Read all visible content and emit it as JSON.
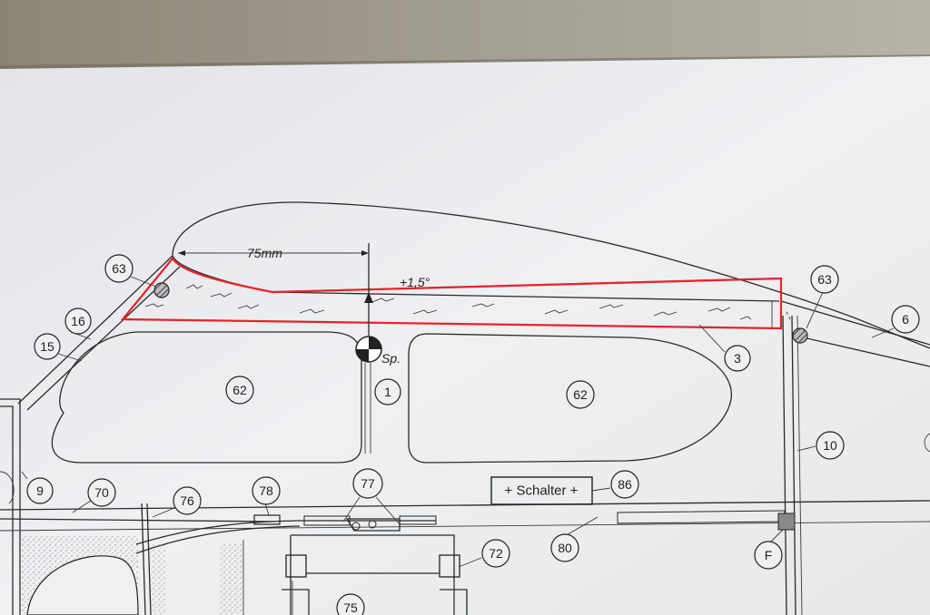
{
  "drawing": {
    "dimension_label": "75mm",
    "angle_label": "+1,5°",
    "cg_label": "Sp.",
    "switch_box_label": "+ Schalter +",
    "callouts": [
      {
        "id": "c63a",
        "text": "63"
      },
      {
        "id": "c16",
        "text": "16"
      },
      {
        "id": "c15",
        "text": "15"
      },
      {
        "id": "c62a",
        "text": "62"
      },
      {
        "id": "c1",
        "text": "1"
      },
      {
        "id": "c62b",
        "text": "62"
      },
      {
        "id": "c3",
        "text": "3"
      },
      {
        "id": "c63b",
        "text": "63"
      },
      {
        "id": "c6",
        "text": "6"
      },
      {
        "id": "c10",
        "text": "10"
      },
      {
        "id": "c9",
        "text": "9"
      },
      {
        "id": "c70",
        "text": "70"
      },
      {
        "id": "c76",
        "text": "76"
      },
      {
        "id": "c78",
        "text": "78"
      },
      {
        "id": "c77",
        "text": "77"
      },
      {
        "id": "c86",
        "text": "86"
      },
      {
        "id": "c80",
        "text": "80"
      },
      {
        "id": "c72",
        "text": "72"
      },
      {
        "id": "cF",
        "text": "F"
      },
      {
        "id": "c75",
        "text": "75"
      }
    ]
  },
  "colors": {
    "paper": "#e9ebee",
    "line": "#2a2a2a",
    "highlight": "#e8232a",
    "background_board": "#8a8578"
  }
}
